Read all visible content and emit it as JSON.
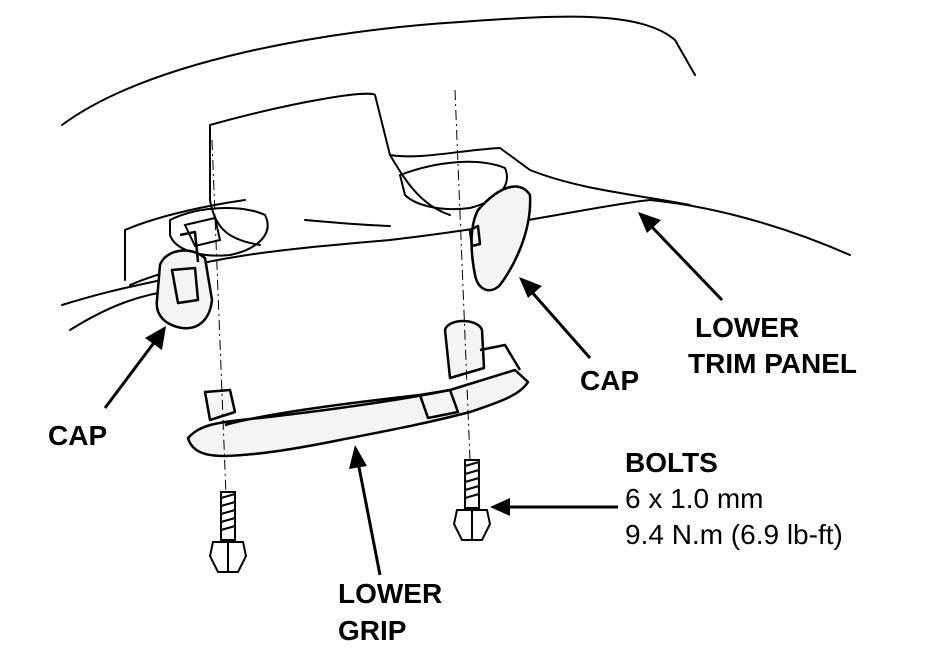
{
  "diagram": {
    "labels": {
      "cap_left": "CAP",
      "cap_right": "CAP",
      "lower_trim_panel_line1": "LOWER",
      "lower_trim_panel_line2": "TRIM PANEL",
      "lower_grip_line1": "LOWER",
      "lower_grip_line2": "GRIP",
      "bolts_title": "BOLTS",
      "bolts_size": "6 x 1.0 mm",
      "bolts_torque": "9.4 N.m (6.9 lb-ft)"
    },
    "colors": {
      "ink": "#000000",
      "background": "#ffffff",
      "part_fill": "#f4f4f4"
    }
  }
}
